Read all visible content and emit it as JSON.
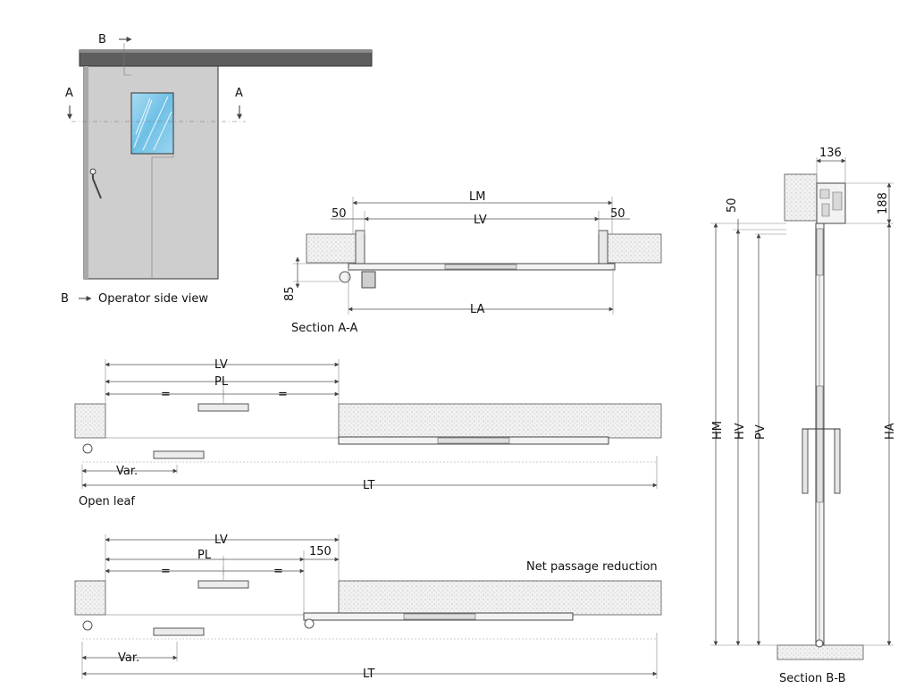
{
  "views": {
    "operator_side": {
      "title": "Operator side view",
      "section_marks": {
        "b_top": "B",
        "a_left": "A",
        "a_right": "A",
        "b_bottom": "B"
      }
    },
    "section_aa": {
      "title": "Section A-A",
      "dims": {
        "lm": "LM",
        "lv": "LV",
        "la": "LA",
        "left_50": "50",
        "right_50": "50",
        "height_85": "85"
      }
    },
    "open_leaf": {
      "title": "Open leaf",
      "dims": {
        "lv": "LV",
        "pl": "PL",
        "eq_left": "=",
        "eq_right": "=",
        "var": "Var.",
        "lt": "LT"
      }
    },
    "net_passage": {
      "title": "Net passage reduction",
      "dims": {
        "lv": "LV",
        "pl": "PL",
        "eq_left": "=",
        "eq_right": "=",
        "reduction": "150",
        "var": "Var.",
        "lt": "LT"
      }
    },
    "section_bb": {
      "title": "Section B-B",
      "dims": {
        "width_136": "136",
        "height_188": "188",
        "top_50": "50",
        "hm": "HM",
        "hv": "HV",
        "pv": "PV",
        "ha": "HA"
      }
    }
  },
  "colors": {
    "header_beam": "#5a5a5a",
    "door_panel": "#cfcfcf",
    "glass": "#7ec8e8",
    "wall_hatch": "#bdbdbd",
    "line": "#333333"
  }
}
